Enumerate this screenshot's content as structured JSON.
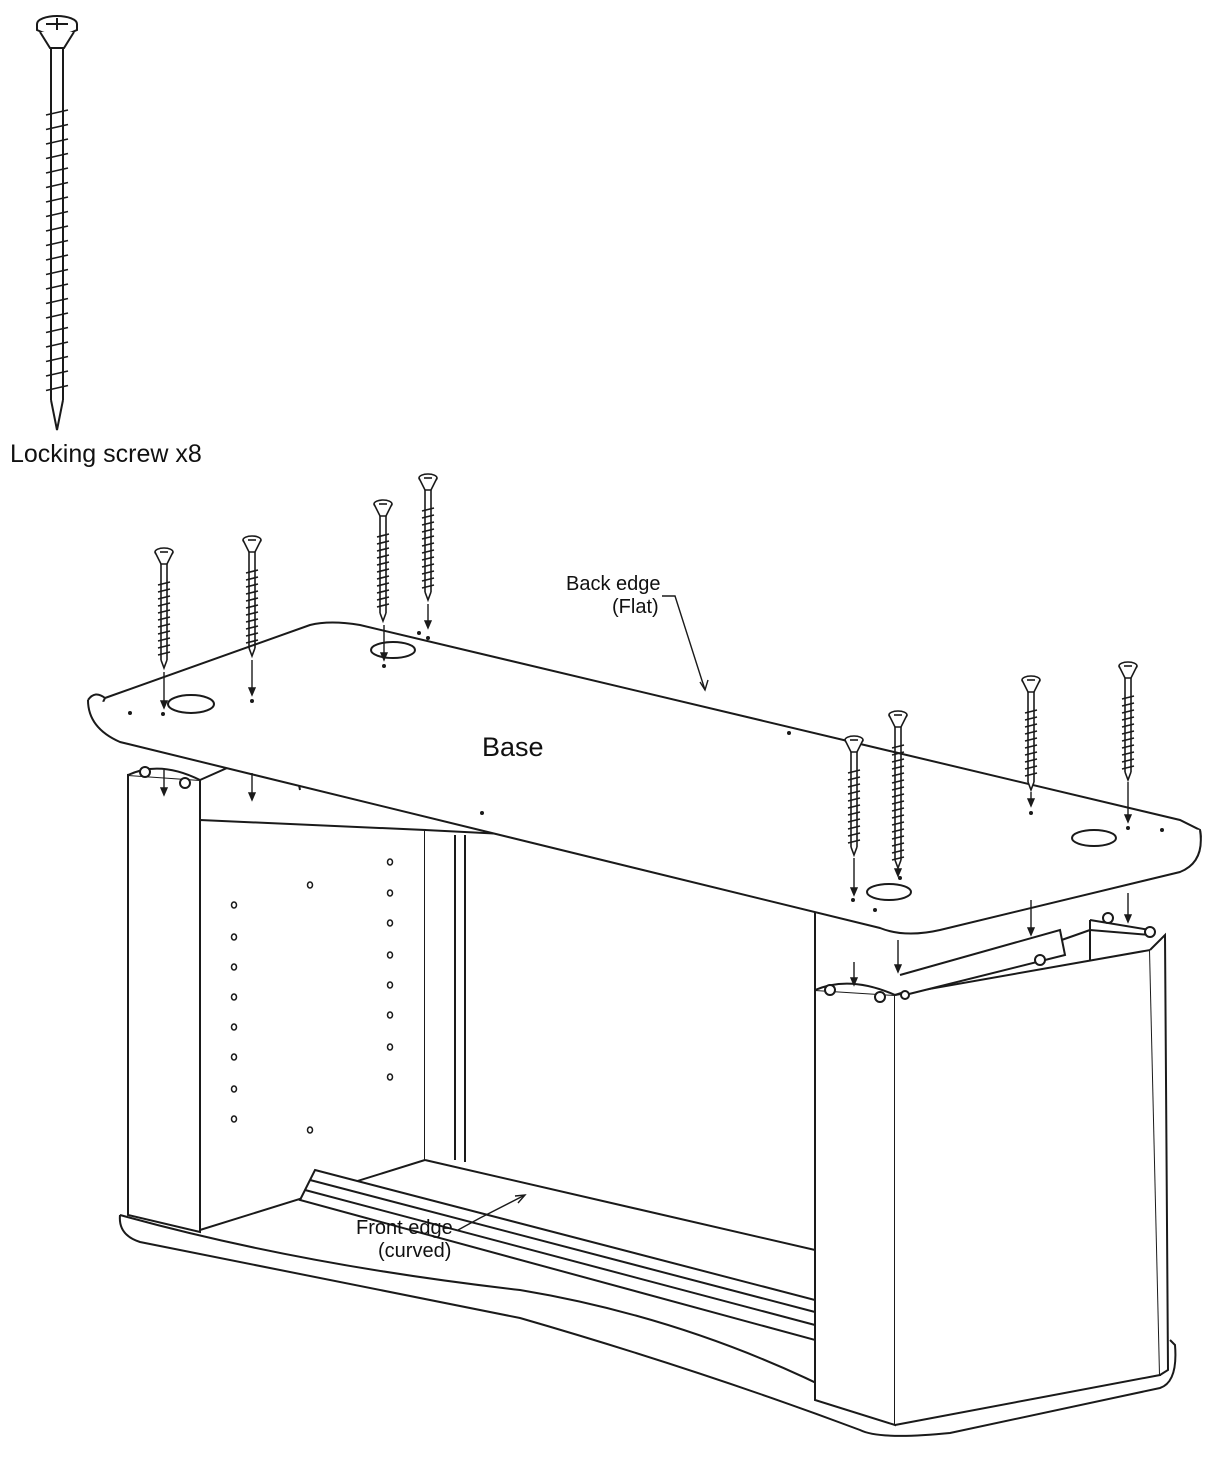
{
  "labels": {
    "screw": "Locking screw x8",
    "base": "Base",
    "back_edge_line1": "Back edge",
    "back_edge_line2": "(Flat)",
    "front_edge_line1": "Front edge",
    "front_edge_line2": "(curved)"
  },
  "colors": {
    "line": "#1a1a1a",
    "background": "#ffffff"
  },
  "icons": {
    "screw": "screw-icon"
  }
}
